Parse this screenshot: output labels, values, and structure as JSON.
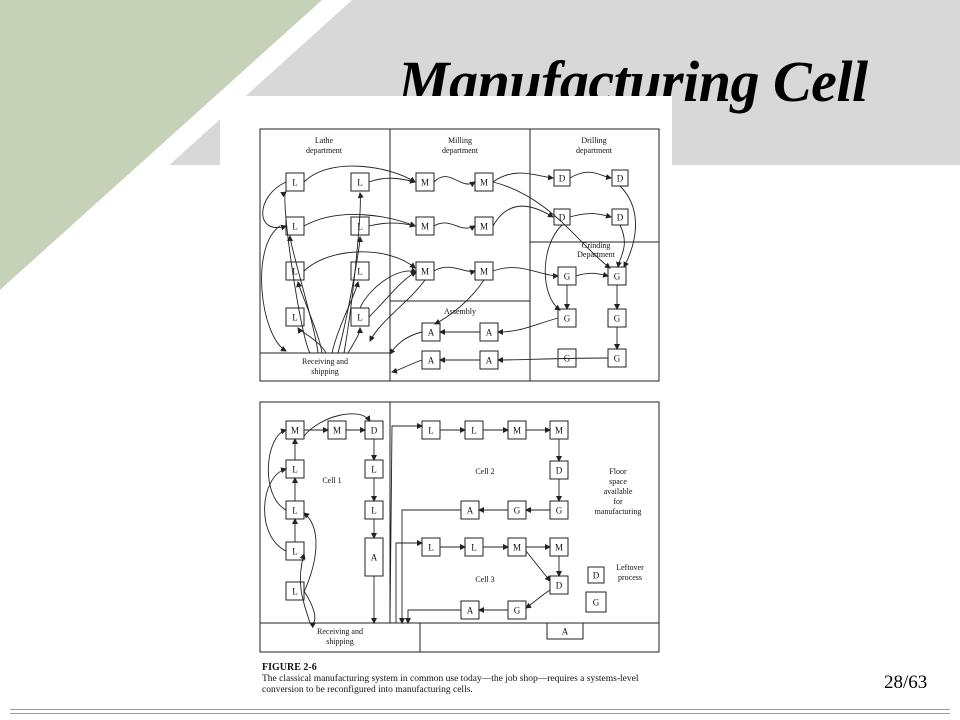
{
  "title": "Manufacturing Cell",
  "page_number": "28/63",
  "colors": {
    "band": "#d8d8d8",
    "triangle": "#c5d2b8",
    "white_wedge": "#ffffff",
    "footer_line": "#9a9a9a"
  },
  "figure": {
    "label": "FIGURE 2-6",
    "caption": "The classical manufacturing system in common use today—the job shop—requires a systems-level conversion to be reconfigured into manufacturing cells.",
    "top": {
      "dept_lathe": [
        "Lathe",
        "department"
      ],
      "dept_milling": [
        "Milling",
        "department"
      ],
      "dept_drilling": [
        "Drilling",
        "department"
      ],
      "dept_grinding": [
        "Grinding",
        "Department"
      ],
      "assembly": "Assembly",
      "receiving": [
        "Receiving and",
        "shipping"
      ],
      "letters": {
        "lathe": "L",
        "milling": "M",
        "drilling": "D",
        "grinding": "G",
        "assembly": "A"
      }
    },
    "bottom": {
      "cell1": "Cell 1",
      "cell2": "Cell 2",
      "cell3": "Cell 3",
      "floor_space": [
        "Floor",
        "space",
        "available",
        "for",
        "manufacturing"
      ],
      "leftover": [
        "Leftover",
        "process"
      ],
      "receiving": [
        "Receiving and",
        "shipping"
      ]
    }
  }
}
